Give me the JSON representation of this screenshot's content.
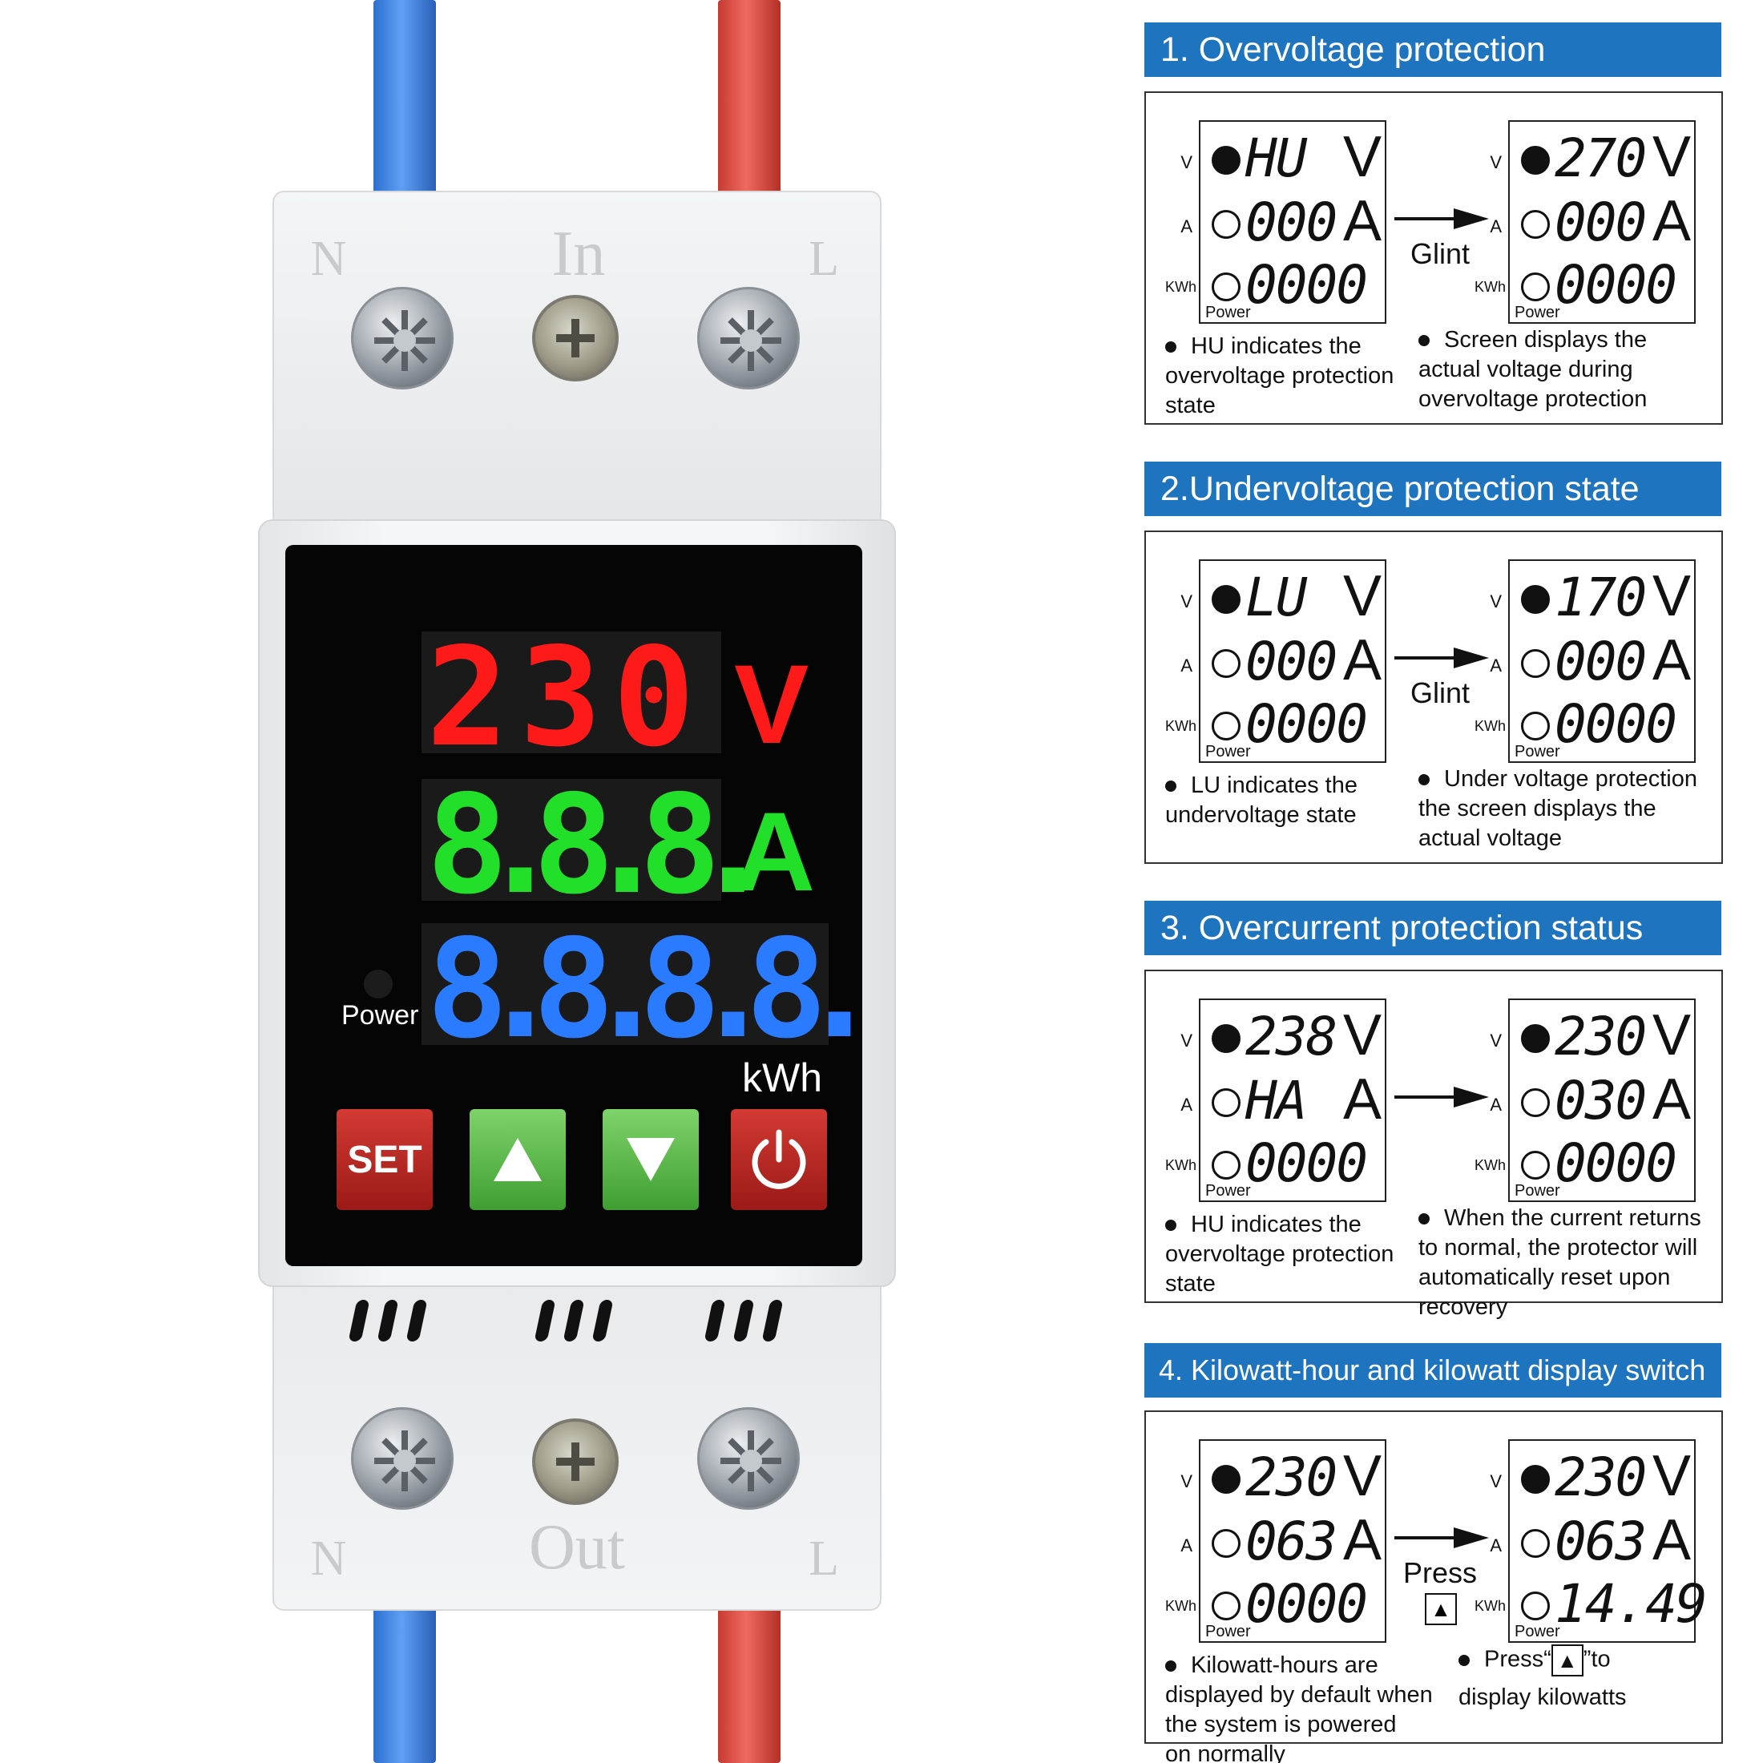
{
  "device": {
    "top_labels": {
      "n": "N",
      "in": "In",
      "l": "L"
    },
    "bottom_labels": {
      "n": "N",
      "out": "Out",
      "l": "L"
    },
    "display": {
      "voltage": "230",
      "voltage_unit": "V",
      "current": "8.8.8.",
      "current_unit": "A",
      "energy": "8.8.8.8.",
      "energy_unit": "kWh"
    },
    "power_label": "Power",
    "buttons": {
      "set": "SET",
      "up_icon": "up-triangle-icon",
      "down_icon": "down-triangle-icon",
      "power_icon": "power-icon"
    },
    "colors": {
      "voltage": "#ff1a1a",
      "current": "#22e02a",
      "energy": "#2a7bff"
    }
  },
  "sections": [
    {
      "title": "1. Overvoltage protection",
      "left_screen": {
        "rows": [
          [
            "HU",
            "V"
          ],
          [
            "000",
            "A"
          ],
          [
            "0000",
            ""
          ]
        ],
        "power": "Power",
        "dots": [
          true,
          false,
          false
        ]
      },
      "right_screen": {
        "rows": [
          [
            "270",
            "V"
          ],
          [
            "000",
            "A"
          ],
          [
            "0000",
            ""
          ]
        ],
        "power": "Power",
        "dots": [
          true,
          false,
          false
        ]
      },
      "arrow_label": "Glint",
      "left_note": [
        "HU indicates the",
        "overvoltage protection",
        "state"
      ],
      "right_note": [
        "Screen displays the",
        "actual voltage during",
        "overvoltage protection"
      ]
    },
    {
      "title": "2.Undervoltage protection state",
      "left_screen": {
        "rows": [
          [
            "LU",
            "V"
          ],
          [
            "000",
            "A"
          ],
          [
            "0000",
            ""
          ]
        ],
        "power": "Power",
        "dots": [
          true,
          false,
          false
        ]
      },
      "right_screen": {
        "rows": [
          [
            " 170",
            "V"
          ],
          [
            "000",
            "A"
          ],
          [
            "0000",
            ""
          ]
        ],
        "power": "Power",
        "dots": [
          true,
          false,
          false
        ]
      },
      "arrow_label": "Glint",
      "left_note": [
        "LU indicates the",
        "undervoltage state"
      ],
      "right_note": [
        "Under voltage protection",
        "the screen displays the",
        "actual voltage"
      ]
    },
    {
      "title": "3. Overcurrent protection status",
      "left_screen": {
        "rows": [
          [
            "238",
            "V"
          ],
          [
            "HA",
            "A"
          ],
          [
            "0000",
            ""
          ]
        ],
        "power": "Power",
        "dots": [
          true,
          false,
          false
        ]
      },
      "right_screen": {
        "rows": [
          [
            "230",
            "V"
          ],
          [
            "030",
            "A"
          ],
          [
            "0000",
            ""
          ]
        ],
        "power": "Power",
        "dots": [
          true,
          false,
          false
        ]
      },
      "arrow_label": "",
      "left_note": [
        "HU indicates the",
        "overvoltage protection",
        "state"
      ],
      "right_note": [
        "When the current returns",
        "to normal, the protector will",
        "automatically reset upon",
        "recovery"
      ]
    },
    {
      "title": "4. Kilowatt-hour and kilowatt display switch",
      "left_screen": {
        "rows": [
          [
            "230",
            "V"
          ],
          [
            "063",
            "A"
          ],
          [
            "0000",
            ""
          ]
        ],
        "power": "Power",
        "dots": [
          true,
          false,
          false
        ]
      },
      "right_screen": {
        "rows": [
          [
            "230",
            "V"
          ],
          [
            "063",
            "A"
          ],
          [
            " 14.49",
            ""
          ]
        ],
        "power": "Power",
        "dots": [
          true,
          false,
          false
        ]
      },
      "arrow_label": "Press",
      "arrow_key": "▲",
      "left_note": [
        "Kilowatt-hours are",
        "displayed by default when",
        "the system is powered",
        "on normally"
      ],
      "right_note_prefix": "Press“",
      "right_note_suffix": "”to",
      "right_note_line2": "display kilowatts"
    }
  ],
  "side_labels": {
    "v": "V",
    "a": "A",
    "kwh": "KWh"
  }
}
